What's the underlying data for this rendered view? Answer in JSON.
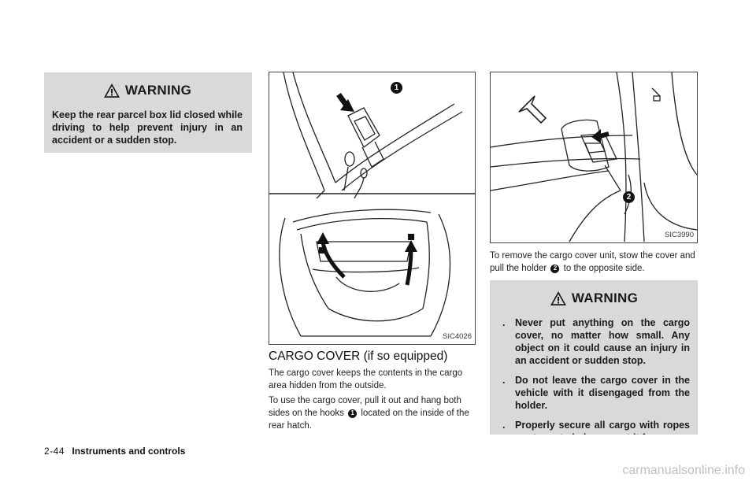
{
  "warning1": {
    "title": "WARNING",
    "text": "Keep the rear parcel box lid closed while driving to help prevent injury in an accident or a sudden stop."
  },
  "figure1": {
    "code": "SIC4026",
    "callout": "1"
  },
  "figure2": {
    "code": "SIC3990",
    "callout": "2"
  },
  "cargo": {
    "heading": "CARGO COVER (if so equipped)",
    "para1": "The cargo cover keeps the contents in the cargo area hidden from the outside.",
    "para2_a": "To use the cargo cover, pull it out and hang both sides on the hooks",
    "para2_ref": "1",
    "para2_b": "located on the inside of the rear hatch."
  },
  "remove": {
    "text_a": "To remove the cargo cover unit, stow the cover and pull the holder",
    "ref": "2",
    "text_b": "to the opposite side."
  },
  "warning2": {
    "title": "WARNING",
    "bullet": ".",
    "items": [
      "Never put anything on the cargo cover, no matter how small. Any object on it could cause an injury in an accident or sudden stop.",
      "Do not leave the cargo cover in the vehicle with it disengaged from the holder.",
      "Properly secure all cargo with ropes or straps to help prevent it from"
    ]
  },
  "footer": {
    "page": "2-44",
    "section": "Instruments and controls"
  },
  "watermark": "carmanualsonline.info"
}
